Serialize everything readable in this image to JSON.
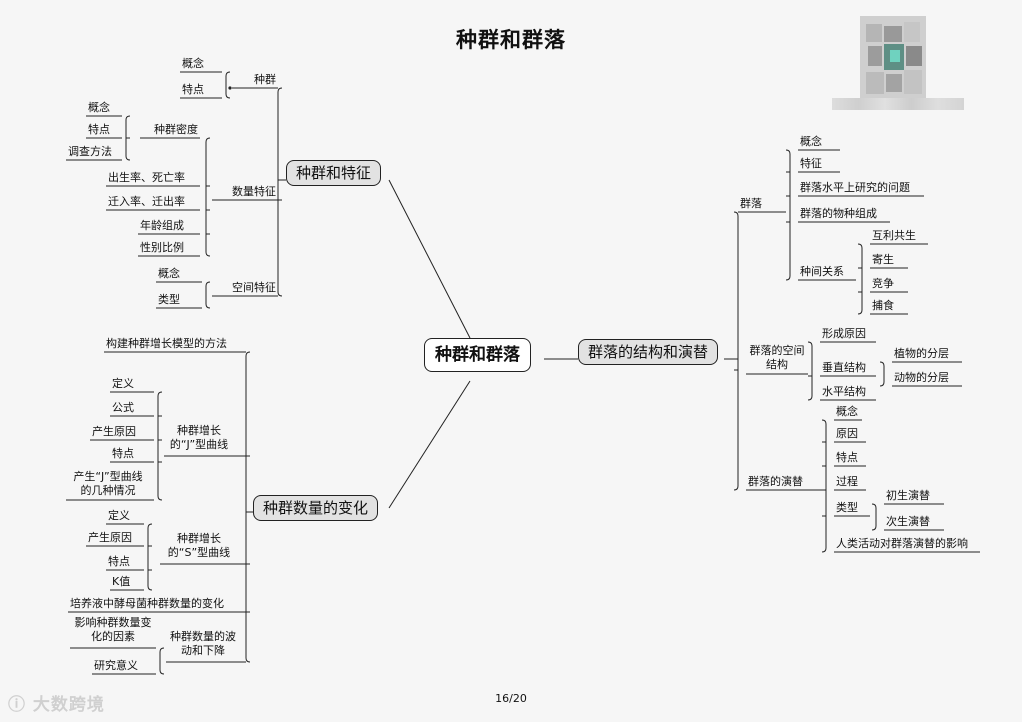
{
  "title": "种群和群落",
  "center": "种群和群落",
  "branch1": {
    "label": "种群和特征",
    "zhongqun": {
      "label": "种群",
      "items": [
        "概念",
        "特点"
      ]
    },
    "midu": {
      "label": "种群密度",
      "items": [
        "概念",
        "特点",
        "调查方法"
      ]
    },
    "shuliang": {
      "label": "数量特征",
      "items": [
        "出生率、死亡率",
        "迁入率、迁出率",
        "年龄组成",
        "性别比例"
      ]
    },
    "kongjian": {
      "label": "空间特征",
      "items": [
        "概念",
        "类型"
      ]
    }
  },
  "branch2": {
    "label": "种群数量的变化",
    "method": "构建种群增长模型的方法",
    "j": {
      "label": "种群增长的“J”型曲线",
      "items": [
        "定义",
        "公式",
        "产生原因",
        "特点",
        "产生“J”型曲线的几种情况"
      ]
    },
    "s": {
      "label": "种群增长的“S”型曲线",
      "items": [
        "定义",
        "产生原因",
        "特点",
        "K值"
      ]
    },
    "yeast": "培养液中酵母菌种群数量的变化",
    "fluct": {
      "label": "种群数量的波动和下降",
      "items": [
        "影响种群数量变化的因素",
        "研究意义"
      ]
    }
  },
  "branch3": {
    "label": "群落的结构和演替",
    "qunluo": {
      "label": "群落",
      "items": [
        "概念",
        "特征",
        "群落水平上研究的问题",
        "群落的物种组成"
      ],
      "relation": {
        "label": "种间关系",
        "items": [
          "互利共生",
          "寄生",
          "竞争",
          "捕食"
        ]
      }
    },
    "spatial": {
      "label": "群落的空间结构",
      "cause": "形成原因",
      "vertical": {
        "label": "垂直结构",
        "items": [
          "植物的分层",
          "动物的分层"
        ]
      },
      "horizontal": "水平结构"
    },
    "succession": {
      "label": "群落的演替",
      "items": [
        "概念",
        "原因",
        "特点",
        "过程"
      ],
      "types": {
        "label": "类型",
        "items": [
          "初生演替",
          "次生演替"
        ]
      },
      "human": "人类活动对群落演替的影响"
    }
  },
  "page_number": "16/20",
  "watermark": "大数跨境",
  "colors": {
    "main_fill": "#e2e2e2",
    "line": "#222222",
    "background": "#f6f6f6"
  }
}
